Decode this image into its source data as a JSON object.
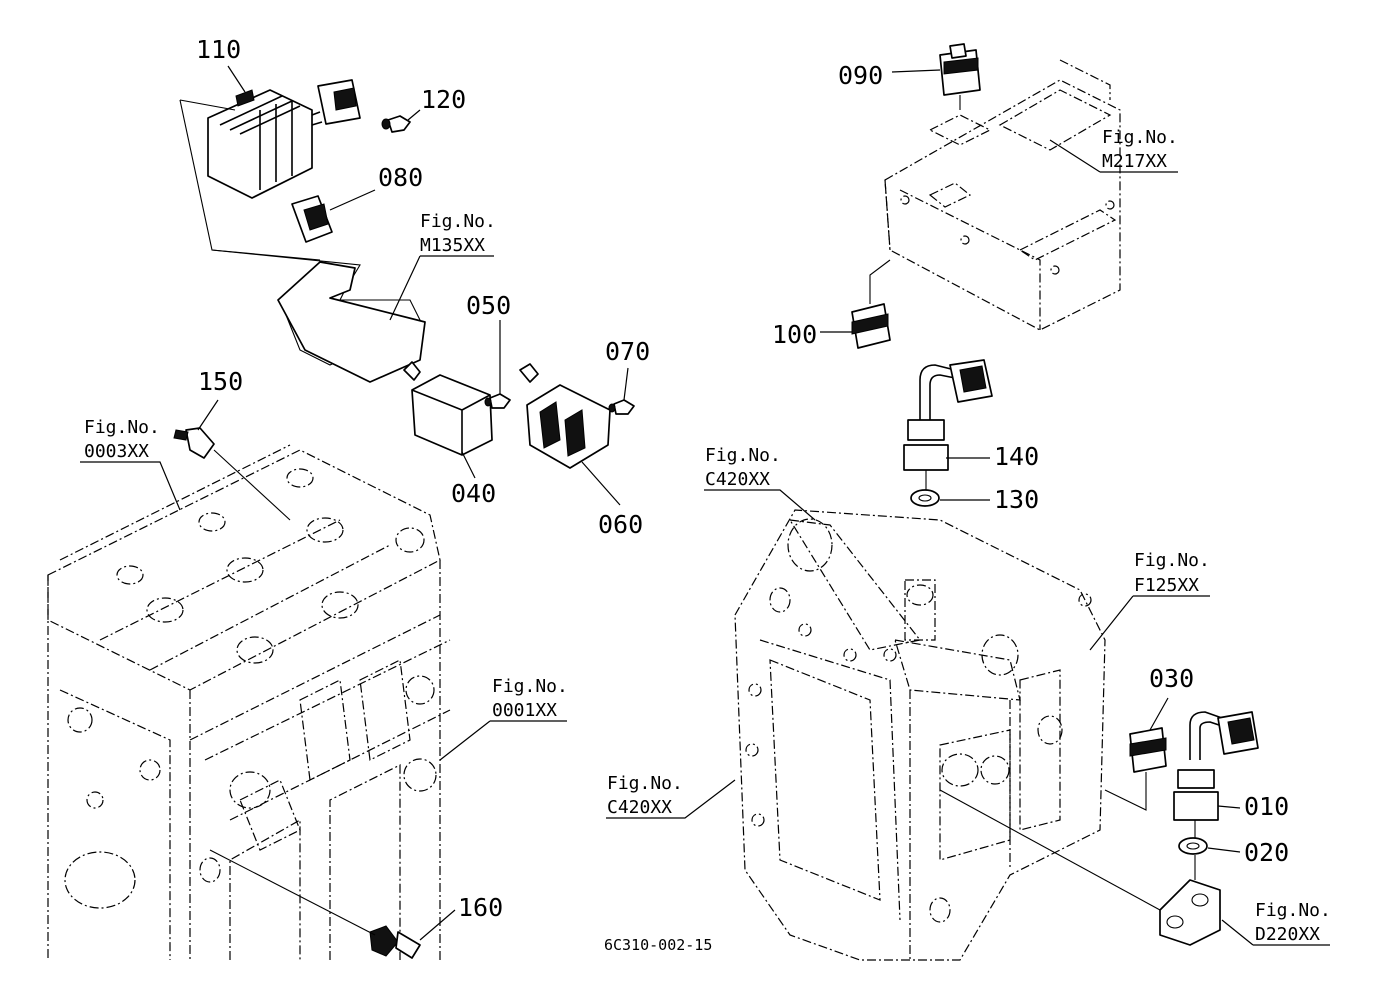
{
  "callouts": [
    {
      "id": "110",
      "label": "110"
    },
    {
      "id": "120",
      "label": "120"
    },
    {
      "id": "080",
      "label": "080"
    },
    {
      "id": "050",
      "label": "050"
    },
    {
      "id": "070",
      "label": "070"
    },
    {
      "id": "150",
      "label": "150"
    },
    {
      "id": "040",
      "label": "040"
    },
    {
      "id": "060",
      "label": "060"
    },
    {
      "id": "090",
      "label": "090"
    },
    {
      "id": "100",
      "label": "100"
    },
    {
      "id": "140",
      "label": "140"
    },
    {
      "id": "130",
      "label": "130"
    },
    {
      "id": "030",
      "label": "030"
    },
    {
      "id": "010",
      "label": "010"
    },
    {
      "id": "020",
      "label": "020"
    },
    {
      "id": "160",
      "label": "160"
    }
  ],
  "figure_refs": [
    {
      "title": "Fig.No.",
      "code": "M135XX"
    },
    {
      "title": "Fig.No.",
      "code": "0003XX"
    },
    {
      "title": "Fig.No.",
      "code": "0001XX"
    },
    {
      "title": "Fig.No.",
      "code": "M217XX"
    },
    {
      "title": "Fig.No.",
      "code": "C420XX"
    },
    {
      "title": "Fig.No.",
      "code": "F125XX"
    },
    {
      "title": "Fig.No.",
      "code": "C420XX"
    },
    {
      "title": "Fig.No.",
      "code": "D220XX"
    }
  ],
  "drawing_code": "6C310-002-15"
}
